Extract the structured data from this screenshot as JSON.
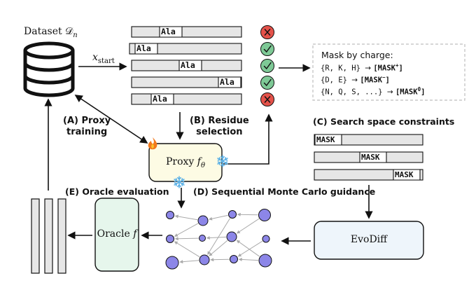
{
  "dataset": {
    "label": "Dataset 𝒟",
    "subscript": "n"
  },
  "x_start": {
    "main": "x",
    "subscript": "start"
  },
  "sequences": [
    "Ala",
    "Ala",
    "Ala",
    "Ala",
    "Ala"
  ],
  "checks": [
    "cross",
    "check",
    "check",
    "check",
    "cross"
  ],
  "mask_box": {
    "title": "Mask by charge:",
    "rows": [
      {
        "set": "{R, K, H}",
        "arrow": "→",
        "token": "[MASK",
        "sup": "+",
        "close": "]"
      },
      {
        "set": "{D, E}",
        "arrow": "→",
        "token": "[MASK",
        "sup": "−",
        "close": "]"
      },
      {
        "set": "{N, Q, S, ...}",
        "arrow": "→",
        "token": "[MASK",
        "sup": "0",
        "close": "]"
      }
    ]
  },
  "steps": {
    "a_line1": "(A) Proxy",
    "a_line2": "training",
    "b_line1": "(B) Residue",
    "b_line2": "selection",
    "c": "(C) Search space constraints",
    "d": "(D) Sequential Monte Carlo guidance",
    "e": "(E) Oracle evaluation"
  },
  "proxy": {
    "label": "Proxy ",
    "symbol": "f",
    "subscript": "θ"
  },
  "oracle": {
    "label": "Oracle ",
    "symbol": "f"
  },
  "evodiff": {
    "label": "EvoDiff"
  },
  "masked_sequences": [
    "MASK",
    "MASK",
    "MASK"
  ],
  "colors": {
    "seq_fill": "#e6e6e6",
    "check_green": "#7ec996",
    "cross_red": "#e4524a",
    "proxy_fill": "#fdfbe4",
    "oracle_fill": "#e6f6ec",
    "evodiff_fill": "#eef5fb",
    "node_fill": "#8c86e8",
    "snowflake": "#5fb2e6",
    "flame": "#f2791c"
  },
  "icons": [
    "database-icon",
    "flame-icon",
    "snowflake-icon",
    "check-icon",
    "cross-icon"
  ]
}
